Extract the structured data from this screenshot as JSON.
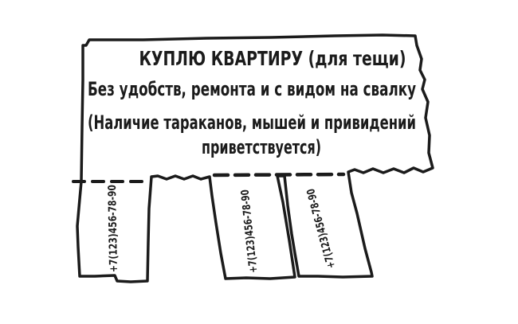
{
  "page": {
    "background_color": "#ffffff"
  },
  "poster": {
    "kind": "hand-drawn tear-off classified ad",
    "ink_color": "#1b1b1b",
    "paper_color": "#ffffff",
    "title": "КУПЛЮ КВАРТИРУ (для тещи)",
    "body_lines": [
      "Без удобств, ремонта и с видом на свалку",
      "(Наличие тараканов, мышей и привидений",
      "приветствуется)"
    ],
    "tabs": [
      {
        "phone": "+7(123)456-78-90"
      },
      {
        "phone": "+7(123)456-78-90"
      },
      {
        "phone": "+7(123)456-78-90"
      }
    ]
  }
}
